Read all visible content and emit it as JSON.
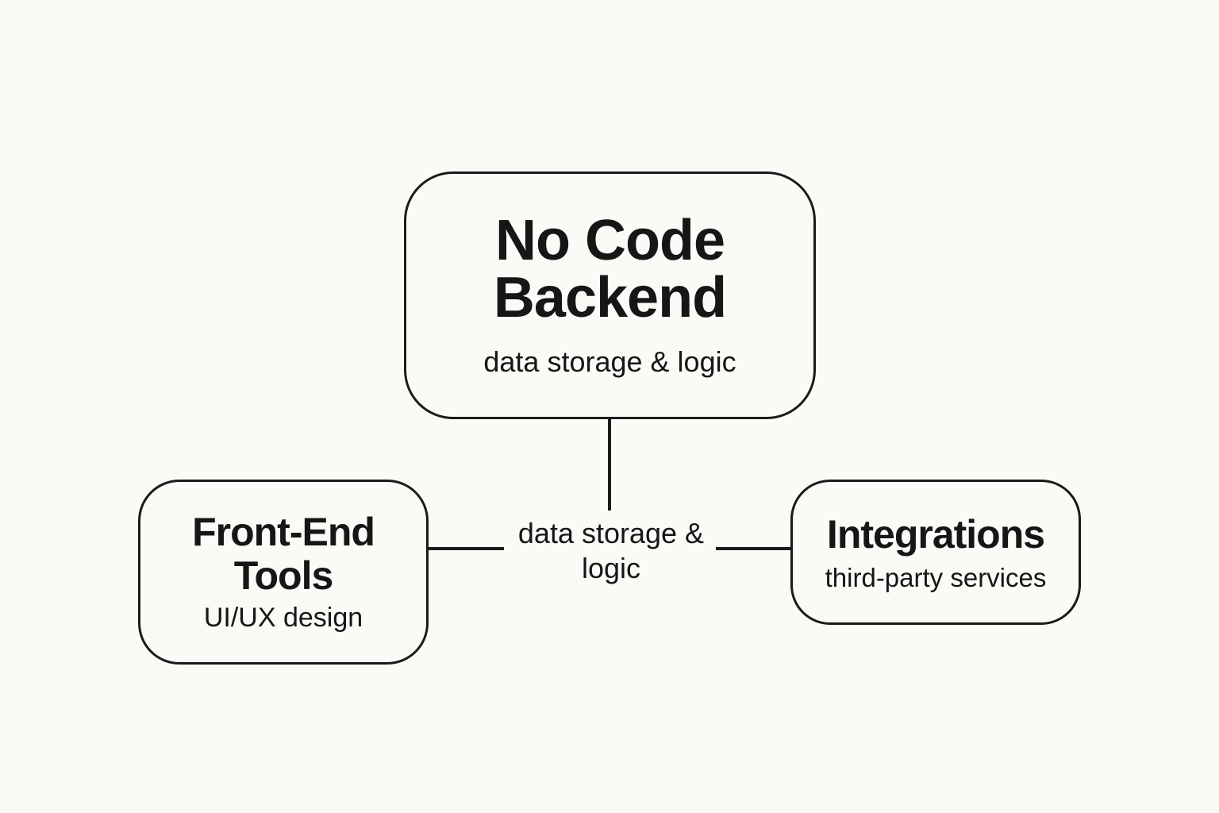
{
  "nodes": {
    "backend": {
      "title": "No Code Backend",
      "subtitle": "data storage & logic"
    },
    "frontend": {
      "title": "Front-End Tools",
      "subtitle": "UI/UX design"
    },
    "integrations": {
      "title": "Integrations",
      "subtitle": "third-party services"
    }
  },
  "connector_label": "data storage & logic",
  "colors": {
    "background": "#fbfaf7",
    "stroke": "#1b1b1b",
    "text": "#161616"
  }
}
